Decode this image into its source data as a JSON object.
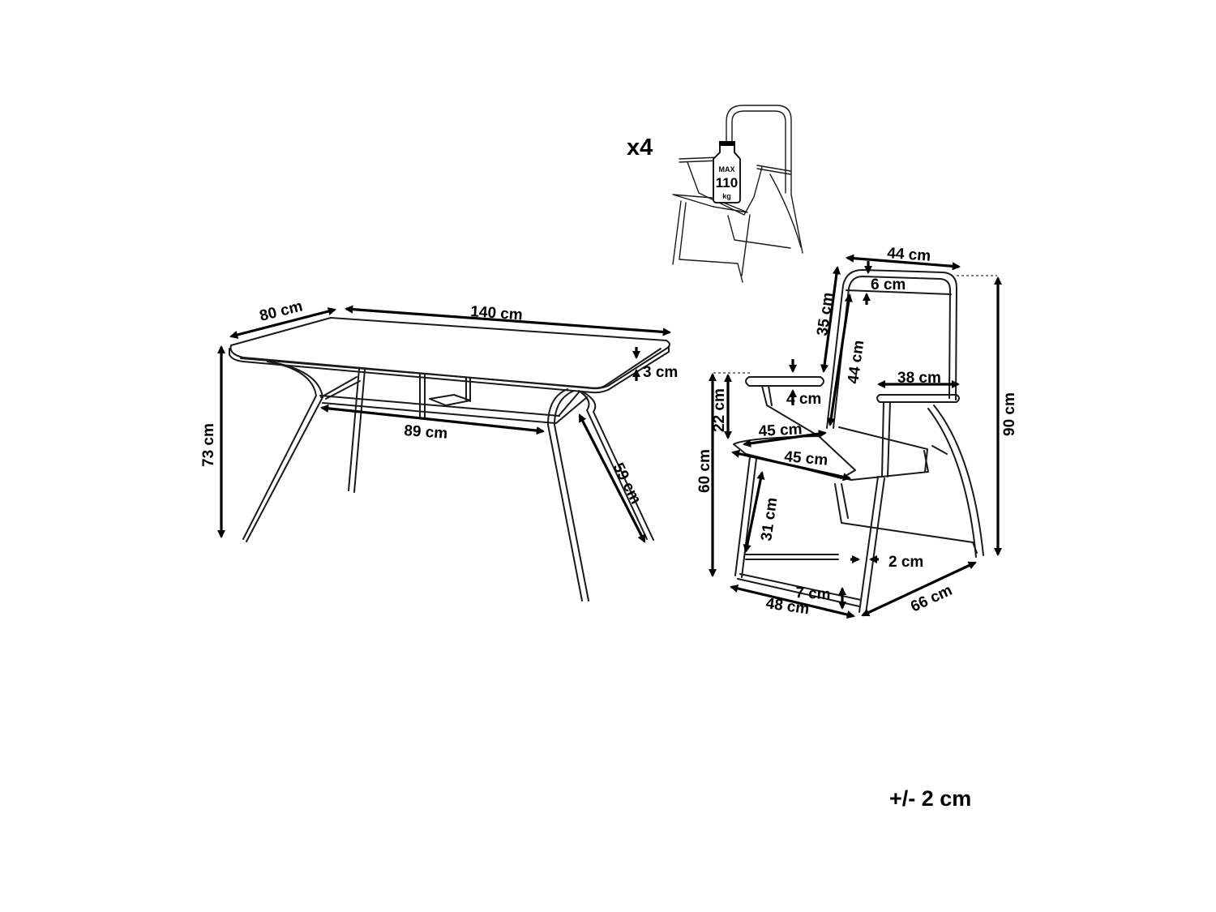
{
  "quantity_label": "x4",
  "weight_badge": {
    "top": "MAX",
    "value": "110",
    "unit": "kg"
  },
  "tolerance": "+/- 2 cm",
  "table": {
    "depth": "80 cm",
    "length": "140 cm",
    "top_thickness": "3 cm",
    "height": "73 cm",
    "frame_length": "89 cm",
    "leg_length": "59 cm"
  },
  "chair": {
    "back_width": "44 cm",
    "top_bar": "6 cm",
    "back_upper": "35 cm",
    "back_fabric": "44 cm",
    "armrest_length": "38 cm",
    "total_height": "90 cm",
    "armrest_gap": "22 cm",
    "armrest_thickness": "4 cm",
    "seat_width": "45 cm",
    "seat_depth": "45 cm",
    "arm_height": "60 cm",
    "front_leg": "31 cm",
    "tube": "2 cm",
    "foot": "7 cm",
    "width": "48 cm",
    "depth": "66 cm"
  }
}
